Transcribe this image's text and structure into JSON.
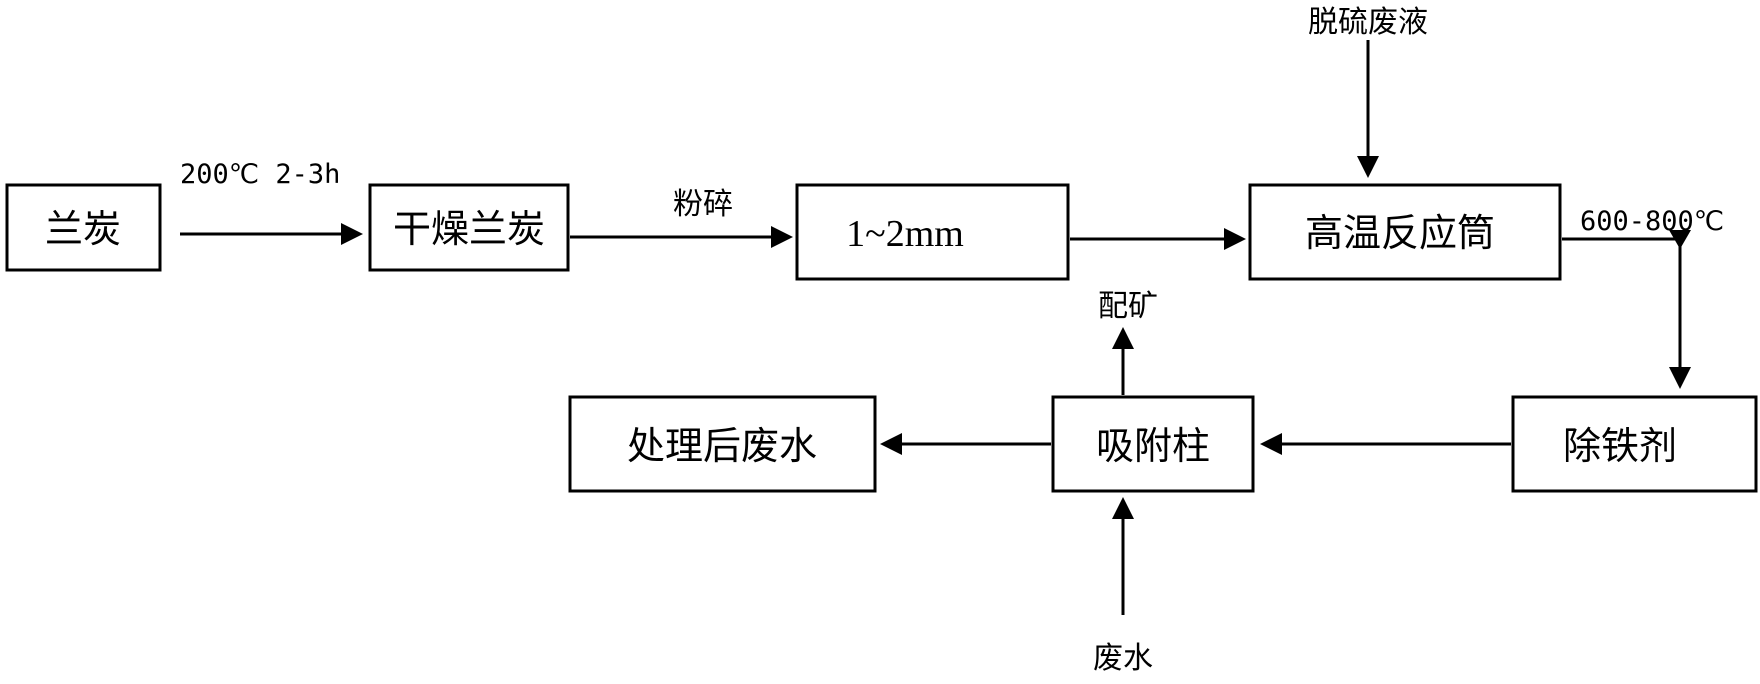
{
  "boxes": {
    "lantan": "兰炭",
    "dried": "干燥兰炭",
    "size": "1~2mm",
    "reactor": "高温反应筒",
    "iron_remover": "除铁剂",
    "adsorption_column": "吸附柱",
    "treated_water": "处理后废水"
  },
  "labels": {
    "drying_condition": "200℃ 2-3h",
    "crushing": "粉碎",
    "desulfurization_liquid": "脱硫废液",
    "reactor_temp": "600-800℃",
    "ore_blending": "配矿",
    "wastewater": "废水"
  }
}
